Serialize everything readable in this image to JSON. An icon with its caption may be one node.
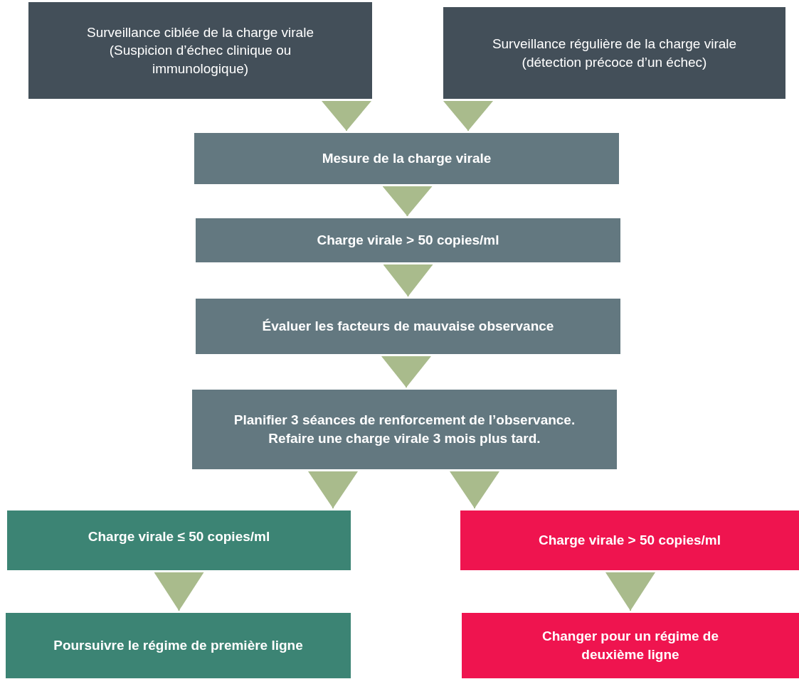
{
  "diagram": {
    "nodes": [
      {
        "text": [
          "Surveillance ciblée de la charge virale (Suspicion d’échec clinique ou immunologique)"
        ]
      },
      {
        "text": [
          "Surveillance régulière de la charge virale (détection précoce d’un échec)"
        ]
      },
      {
        "text": [
          "Mesure de la charge virale"
        ]
      },
      {
        "text": [
          "Charge virale > 50 copies/ml"
        ]
      },
      {
        "text": [
          "Évaluer les facteurs de mauvaise observance"
        ]
      },
      {
        "text": [
          "Planifier 3 séances de renforcement de l’observance.",
          "Refaire une charge virale 3 mois plus tard."
        ]
      },
      {
        "text": [
          "Charge virale ≤ 50 copies/ml"
        ]
      },
      {
        "text": [
          "Charge virale > 50 copies/ml"
        ]
      },
      {
        "text": [
          "Poursuivre le régime de première ligne"
        ]
      },
      {
        "text": [
          "Changer pour un régime de deuxième ligne"
        ]
      }
    ],
    "edges": [
      {
        "from": 0,
        "to": 2,
        "arrow": "to"
      },
      {
        "from": 1,
        "to": 2,
        "arrow": "to"
      },
      {
        "from": 2,
        "to": 3,
        "arrow": "to"
      },
      {
        "from": 3,
        "to": 4,
        "arrow": "to"
      },
      {
        "from": 4,
        "to": 5,
        "arrow": "to"
      },
      {
        "from": 5,
        "to": 6,
        "arrow": "to"
      },
      {
        "from": 5,
        "to": 7,
        "arrow": "to"
      },
      {
        "from": 6,
        "to": 8,
        "arrow": "to"
      },
      {
        "from": 7,
        "to": 9,
        "arrow": "to"
      }
    ]
  }
}
